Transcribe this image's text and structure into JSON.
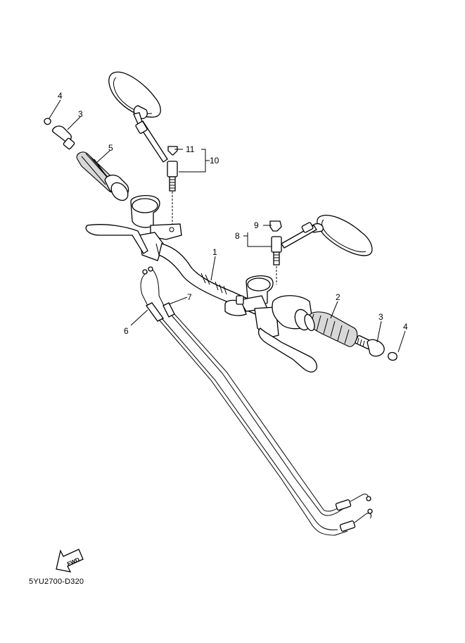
{
  "diagram": {
    "drawing_code": "5YU2700-D320",
    "fwd_label": "FWD",
    "part_labels": {
      "p1": "1",
      "p2": "2",
      "p3a": "3",
      "p3b": "3",
      "p4a": "4",
      "p4b": "4",
      "p5": "5",
      "p6": "6",
      "p7": "7",
      "p8": "8",
      "p9": "9",
      "p10": "10",
      "p11": "11"
    }
  }
}
